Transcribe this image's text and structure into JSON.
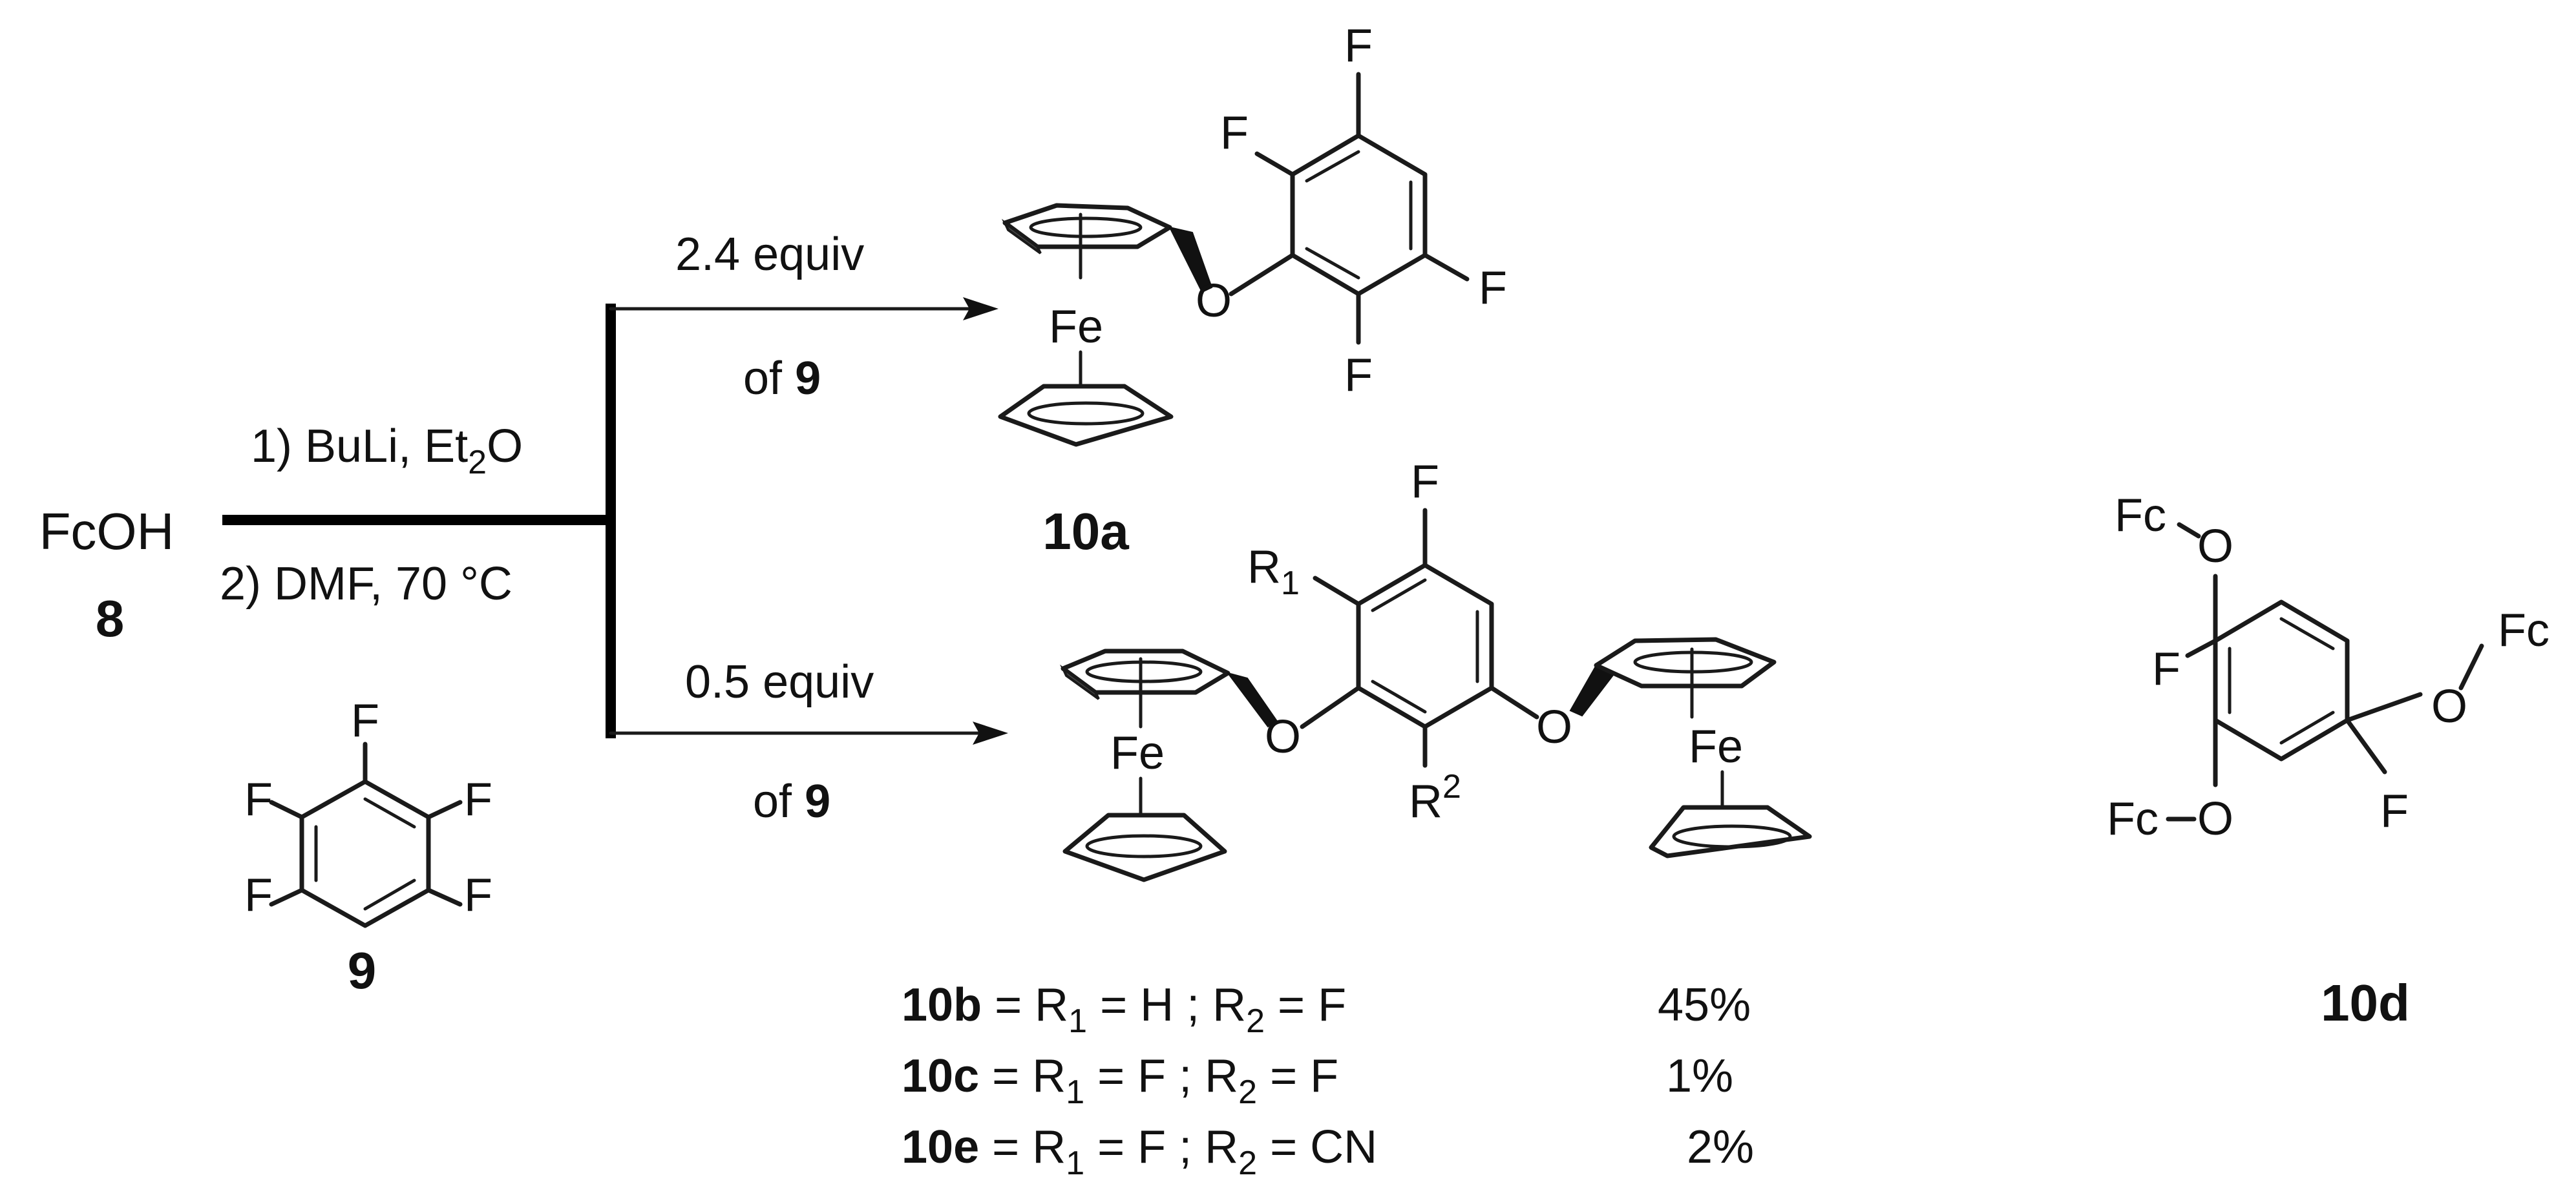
{
  "starting_material": {
    "formula": "FcOH",
    "number": "8"
  },
  "reagent_conditions": {
    "step1_prefix": "1) BuLi, Et",
    "step1_sub": "2",
    "step1_suffix": "O",
    "step2": "2) DMF,  70 °C"
  },
  "pentafluorobenzene": {
    "atom": "F",
    "number": "9"
  },
  "branch_top": {
    "amount": "2.4 equiv",
    "of_prefix": "of ",
    "of_number": "9"
  },
  "branch_bottom": {
    "amount": "0.5 equiv",
    "of_prefix": "of ",
    "of_number": "9"
  },
  "atoms": {
    "iron": "Fe",
    "oxygen": "O",
    "fluorine": "F",
    "ferrocenyl": "Fc",
    "r_base": "R",
    "r1_sub": "1",
    "r2_sup": "2"
  },
  "product_10a": {
    "label": "10a"
  },
  "product_10d": {
    "label": "10d"
  },
  "yield_table": [
    {
      "compound": "10b",
      "r1_part": " = R",
      "r1_sub": "1",
      "r1_value": " = H ; R",
      "r2_sub": "2",
      "r2_value": " = F",
      "yield": "45%"
    },
    {
      "compound": "10c",
      "r1_part": " = R",
      "r1_sub": "1",
      "r1_value": " = F  ; R",
      "r2_sub": "2",
      "r2_value": " = F",
      "yield": "1%"
    },
    {
      "compound": "10e",
      "r1_part": " = R",
      "r1_sub": "1",
      "r1_value": " = F  ; R",
      "r2_sub": "2",
      "r2_value": " = CN",
      "yield": "2%"
    }
  ],
  "colors": {
    "ink": "#111111",
    "background": "#ffffff"
  }
}
